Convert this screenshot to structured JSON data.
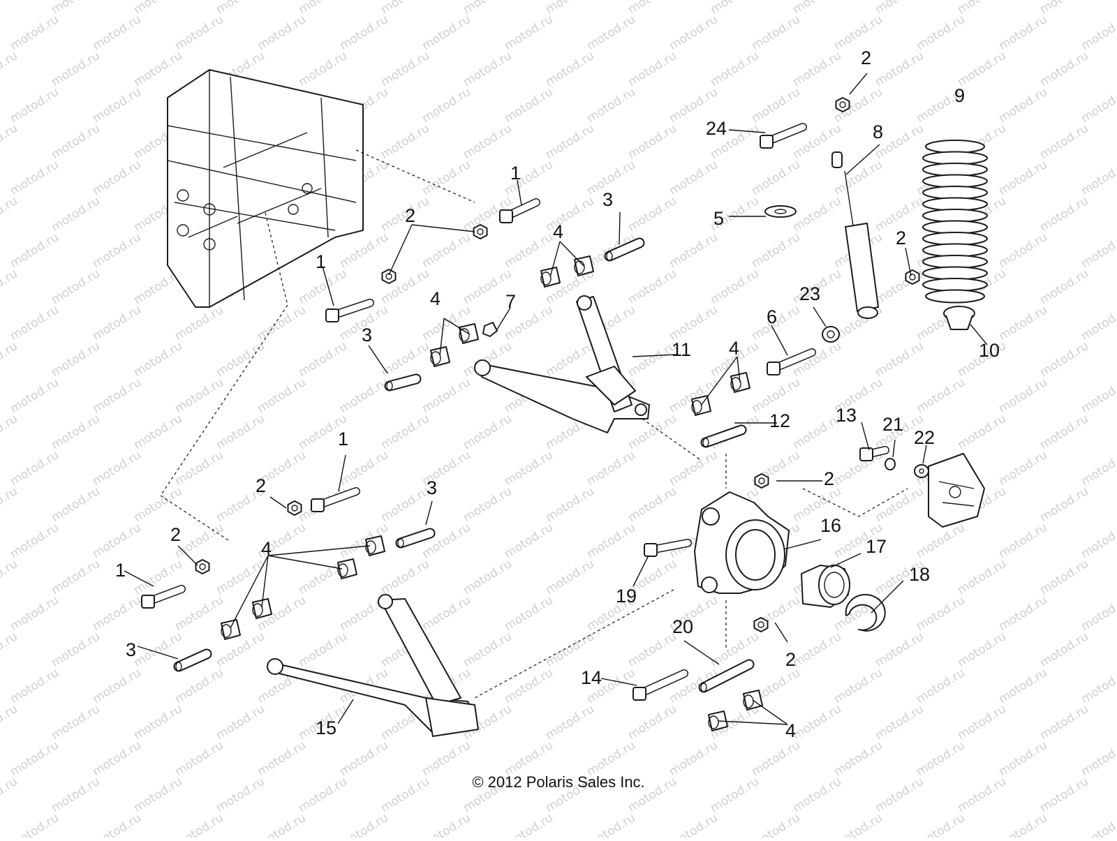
{
  "diagram": {
    "watermark_text": "motod.ru",
    "copyright": "© 2012 Polaris Sales Inc.",
    "callouts": [
      "1",
      "2",
      "3",
      "4",
      "5",
      "6",
      "7",
      "8",
      "9",
      "10",
      "11",
      "12",
      "13",
      "14",
      "15",
      "16",
      "17",
      "18",
      "19",
      "20",
      "21",
      "22",
      "23",
      "24"
    ]
  }
}
